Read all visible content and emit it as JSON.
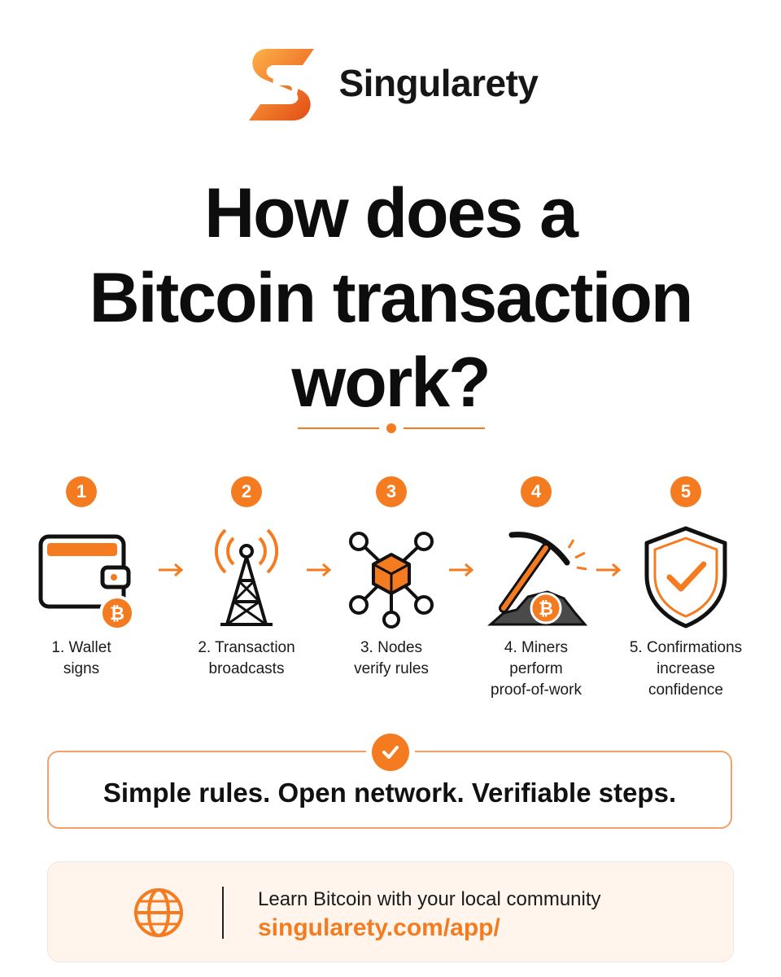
{
  "brand": {
    "name": "Singularety",
    "logo_icon": "bitcoin-logo-icon"
  },
  "headline": {
    "line1": "How does a",
    "line2": "Bitcoin transaction",
    "line3": "work?"
  },
  "steps": [
    {
      "number": "1",
      "label_line1": "1. Wallet",
      "label_line2": "signs",
      "label_line3": "",
      "icon": "wallet-icon"
    },
    {
      "number": "2",
      "label_line1": "2. Transaction",
      "label_line2": "broadcasts",
      "label_line3": "",
      "icon": "broadcast-tower-icon"
    },
    {
      "number": "3",
      "label_line1": "3. Nodes",
      "label_line2": "verify rules",
      "label_line3": "",
      "icon": "network-nodes-icon"
    },
    {
      "number": "4",
      "label_line1": "4. Miners",
      "label_line2": "perform",
      "label_line3": "proof-of-work",
      "icon": "pickaxe-icon"
    },
    {
      "number": "5",
      "label_line1": "5. Confirmations",
      "label_line2": "increase",
      "label_line3": "confidence",
      "icon": "shield-check-icon"
    }
  ],
  "tagline": {
    "text": "Simple rules. Open network. Verifiable steps.",
    "icon": "check-icon"
  },
  "footer": {
    "line1": "Learn Bitcoin with your local community",
    "url": "singularety.com/app/",
    "icon": "globe-icon"
  },
  "colors": {
    "accent": "#f57b20",
    "text": "#111111",
    "footer_bg": "#fff5ec",
    "border": "#f4a066"
  }
}
